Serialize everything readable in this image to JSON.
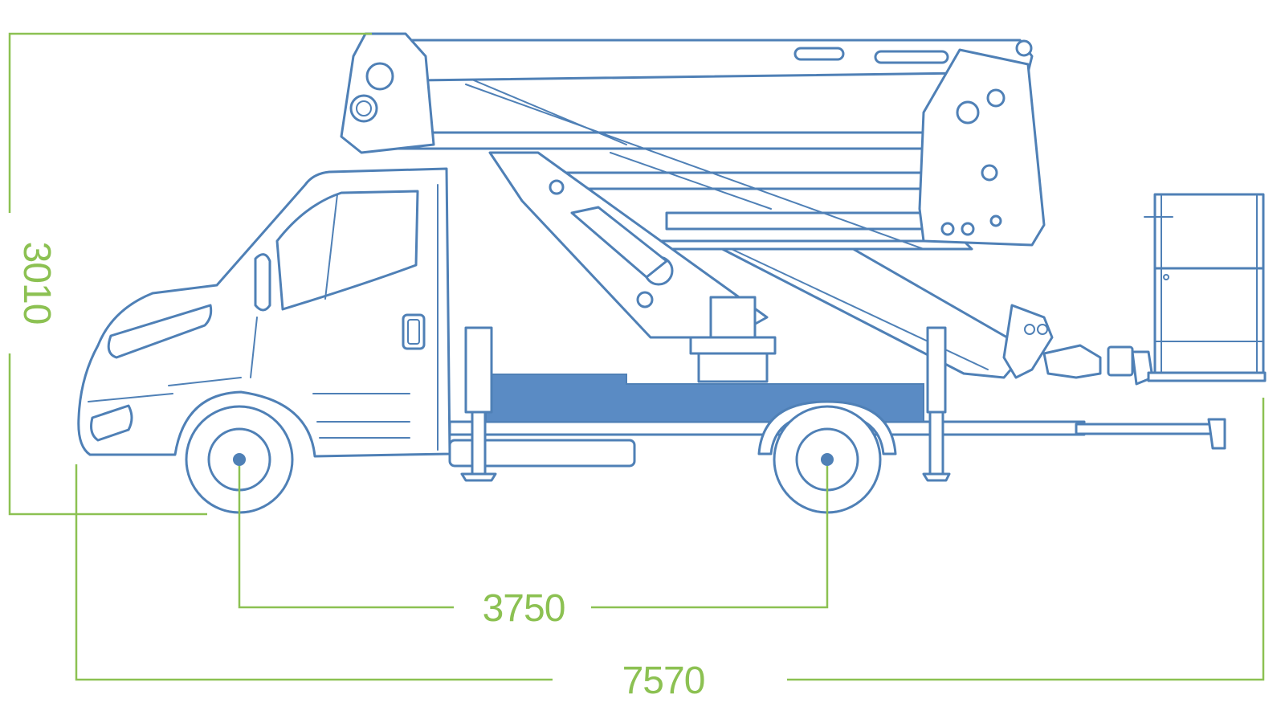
{
  "dimensions": {
    "height_label": "3010",
    "wheelbase_label": "3750",
    "overall_length_label": "7570"
  },
  "colors": {
    "dimension": "#8cc152",
    "truck_outline": "#4f80b6",
    "truck_fill": "#5a8bc4",
    "background": "#ffffff"
  },
  "icons": {
    "vehicle": "truck-mounted-aerial-platform-icon"
  }
}
